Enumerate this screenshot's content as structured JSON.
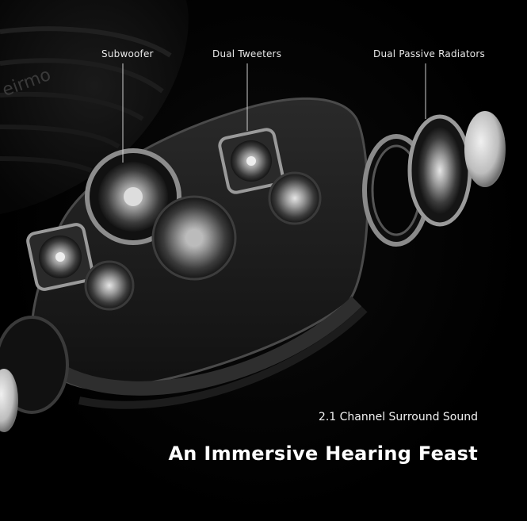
{
  "callouts": {
    "subwoofer": "Subwoofer",
    "tweeters": "Dual Tweeters",
    "radiators": "Dual Passive Radiators"
  },
  "brand_mark": "eirmo",
  "tagline": "2.1 Channel Surround Sound",
  "headline": "An Immersive Hearing Feast",
  "colors": {
    "background": "#000000",
    "text": "#ffffff",
    "body": "#1c1c1c",
    "metal": "#9a9a9a"
  }
}
